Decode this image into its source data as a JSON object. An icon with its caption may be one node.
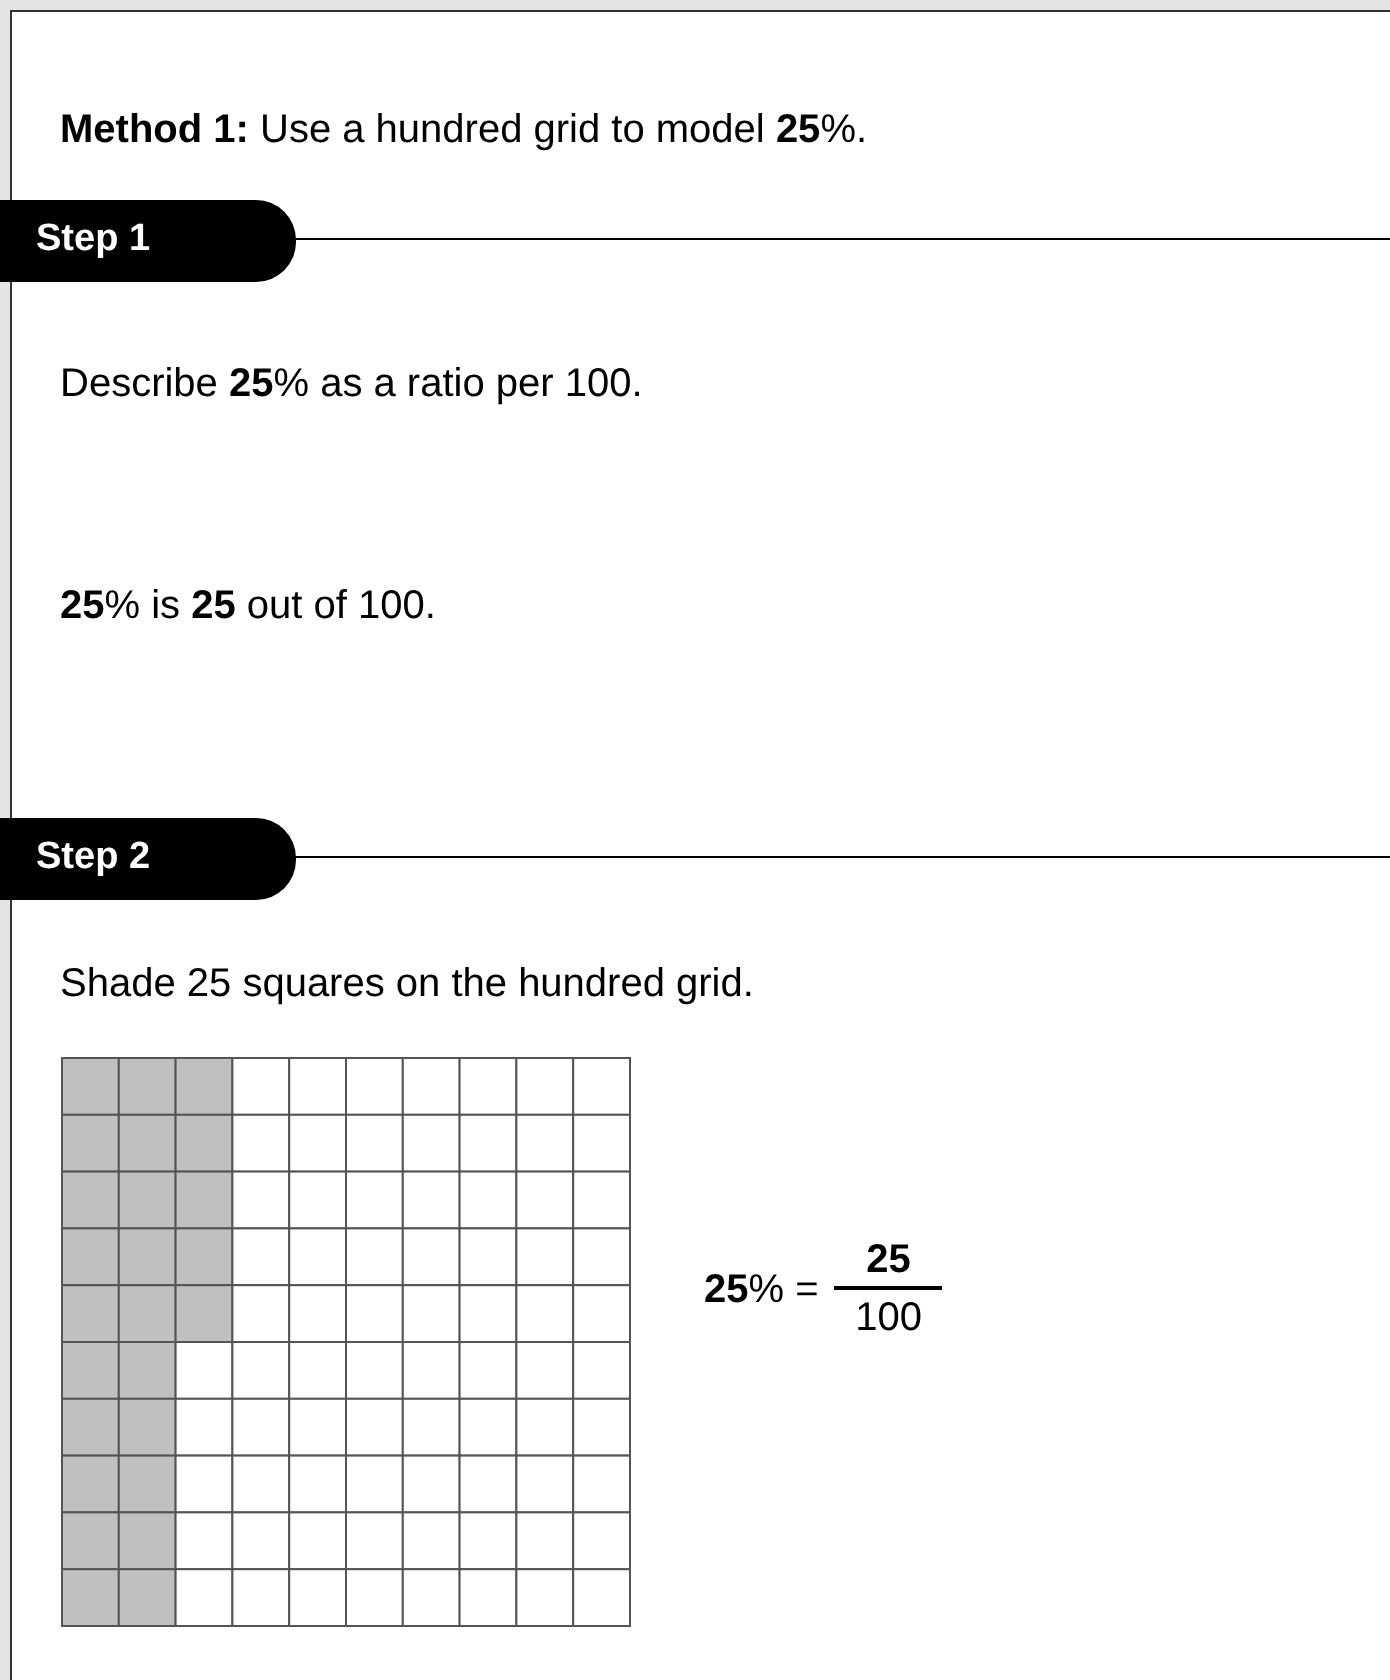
{
  "diagram": {
    "title": "**Method 1:** Use a hundred grid to model **25**%.",
    "nodes": [
      {
        "text": [
          "Step 1"
        ]
      },
      {
        "text": [
          "Step 2"
        ]
      }
    ],
    "labels": [
      "Describe **25**% as a ratio per 100.",
      "**25**% is **25** out of 100.",
      "Shade 25 squares on the hundred grid.",
      "**25**% =",
      "25",
      "100"
    ]
  }
}
